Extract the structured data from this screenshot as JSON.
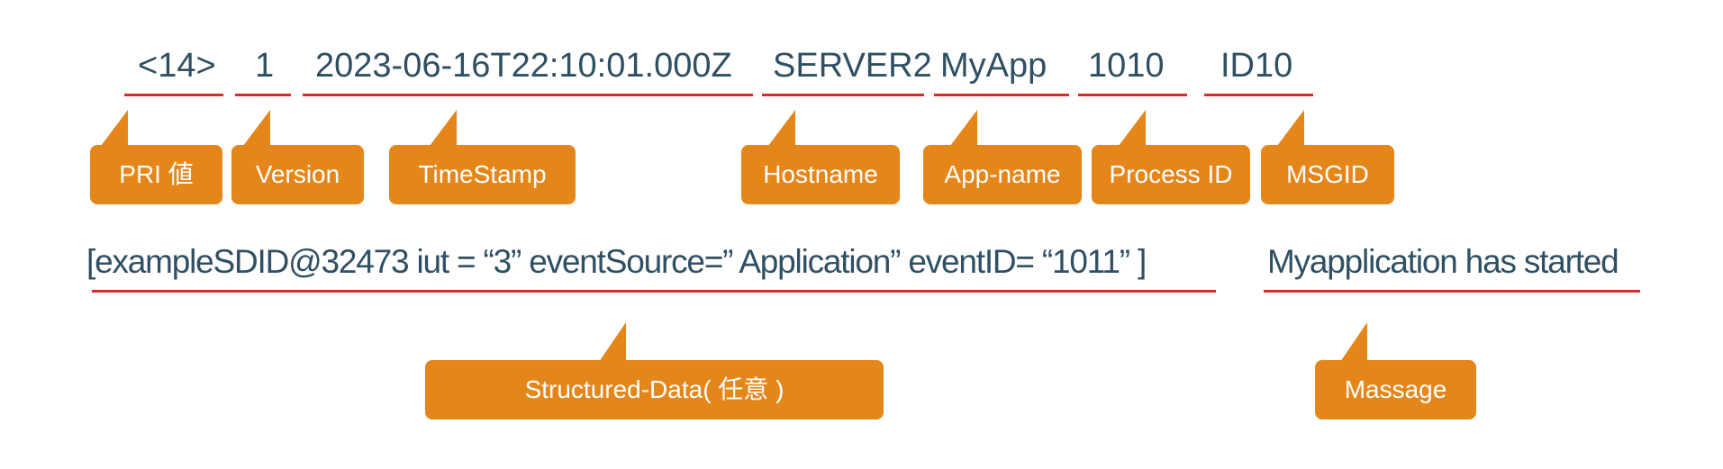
{
  "fields": {
    "pri": "<14>",
    "version": "1",
    "timestamp": "2023-06-16T22:10:01.000Z",
    "hostname": "SERVER2",
    "app_name": "MyApp",
    "process_id": "1010",
    "msgid": "ID10",
    "structured_data": "[exampleSDID@32473 iut = “3” eventSource=” Application” eventID= “1011” ]",
    "message": "Myapplication has started"
  },
  "labels": {
    "pri": "PRI 値",
    "version": "Version",
    "timestamp": "TimeStamp",
    "hostname": "Hostname",
    "app_name": "App-name",
    "process_id": "Process ID",
    "msgid": "MSGID",
    "structured_data": "Structured-Data( 任意 )",
    "message": "Massage"
  },
  "colors": {
    "text": "#2f4f63",
    "underline": "#e3262a",
    "callout": "#e5861a",
    "callout_text": "#ffffff"
  }
}
